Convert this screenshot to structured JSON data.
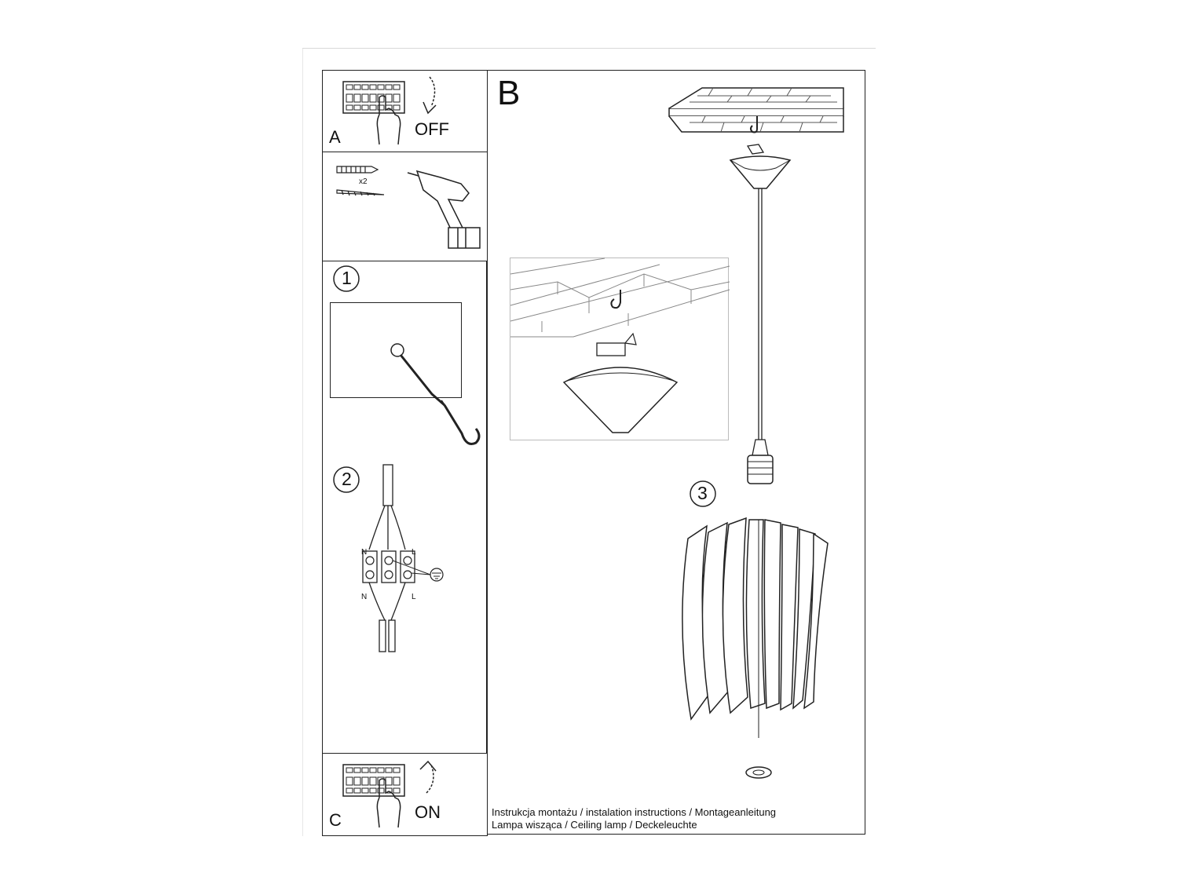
{
  "panel_a": {
    "label": "A",
    "action": "OFF"
  },
  "panel_tools": {
    "quantity": "x2"
  },
  "panel_c": {
    "label": "C",
    "action": "ON"
  },
  "panel_b": {
    "label": "B"
  },
  "steps": {
    "one": "1",
    "two": "2",
    "three": "3"
  },
  "wiring": {
    "n_top": "N",
    "l_top": "L",
    "n_bottom": "N",
    "l_bottom": "L"
  },
  "caption": {
    "line1": "Instrukcja montażu / instalation instructions / Montageanleitung",
    "line2": "Lampa wisząca / Ceiling lamp / Deckeleuchte"
  }
}
